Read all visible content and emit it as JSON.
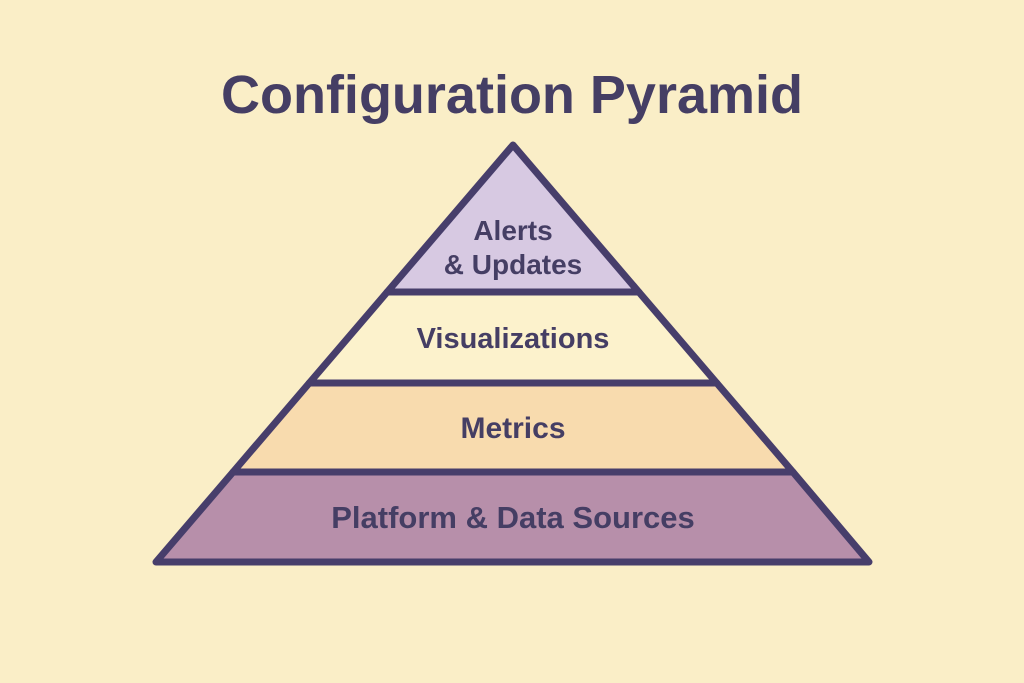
{
  "canvas": {
    "background_color": "#FAEEC7",
    "outline_color": "#473E6B",
    "text_color": "#453E64"
  },
  "title": "Configuration Pyramid",
  "pyramid": {
    "levels": [
      {
        "label": "Alerts & Updates",
        "line1": "Alerts",
        "line2": "& Updates",
        "fill": "#D7C9E2"
      },
      {
        "label": "Visualizations",
        "fill": "#FCF2CC"
      },
      {
        "label": "Metrics",
        "fill": "#F8DBAE"
      },
      {
        "label": "Platform & Data Sources",
        "fill": "#B78FAA"
      }
    ]
  }
}
